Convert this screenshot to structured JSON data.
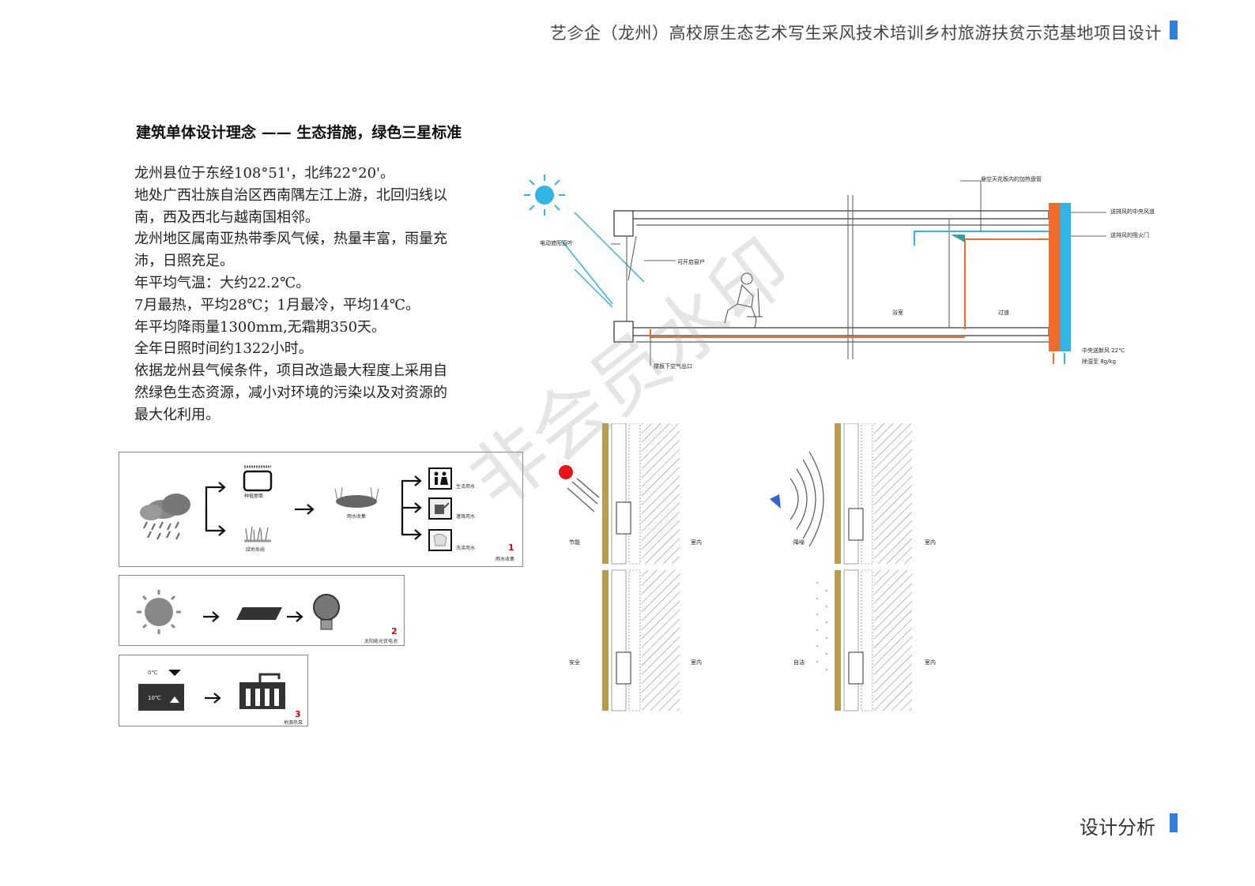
{
  "header": {
    "title": "艺โ企（龙州）高校原生态艺术写生采风技术培训乡村旅游扶贫示范基地项目设计"
  },
  "footer": {
    "title": "设计分析"
  },
  "section": {
    "title": "建筑单体设计理念  —— 生态措施，绿色三星标准"
  },
  "body_lines": [
    "龙州县位于东经108°51'，北纬22°20'。",
    "地处广西壮族自治区西南隅左江上游，北回归线以",
    "南，西及西北与越南国相邻。",
    "龙州地区属南亚热带季风气候，热量丰富，雨量充",
    "沛，日照充足。",
    "年平均气温：大约22.2℃。",
    "7月最热，平均28℃；1月最冷，平均14℃。",
    "年平均降雨量1300mm,无霜期350天。",
    "全年日照时间约1322小时。",
    "依据龙州县气候条件，项目改造最大程度上采用自",
    "然绿色生态资源，减小对环境的污染以及对资源的",
    "最大化利用。"
  ],
  "rain_panel": {
    "number": "1",
    "caption": "雨水收集",
    "planting": "种植屋面",
    "green": "绿地系统",
    "collect": "雨水收集",
    "use1": "生活用水",
    "use2": "灌溉用水",
    "use3": "洗涤用水"
  },
  "solar_panel": {
    "number": "2",
    "caption": "太阳能光伏电池"
  },
  "geo_panel": {
    "number": "3",
    "caption": "地源热泵",
    "temp_low": "0℃",
    "temp_high": "10℃"
  },
  "section_diagram": {
    "ceiling_pipe": "悬空天花板内的加热盘管",
    "exhaust_duct": "送排风的中央风道",
    "fire_damper": "送排风的阻火门",
    "blind": "电动遮阳百叶",
    "window": "可开启窗户",
    "bath": "浴室",
    "corridor": "过道",
    "floor_outlet": "楼板下空气出口",
    "fresh_air": "中央送新风 22℃",
    "dehumid": "除湿至 8g/kg"
  },
  "wall_details": {
    "energy": "节能",
    "noise": "降噪",
    "safety": "安全",
    "self_clean": "自洁",
    "indoor": "室内"
  },
  "watermark": "非会员水印",
  "colors": {
    "accent_blue": "#2f7fe0",
    "duct_orange": "#f26b2a",
    "duct_blue": "#31b4e6",
    "sun_red": "#e8141a"
  }
}
